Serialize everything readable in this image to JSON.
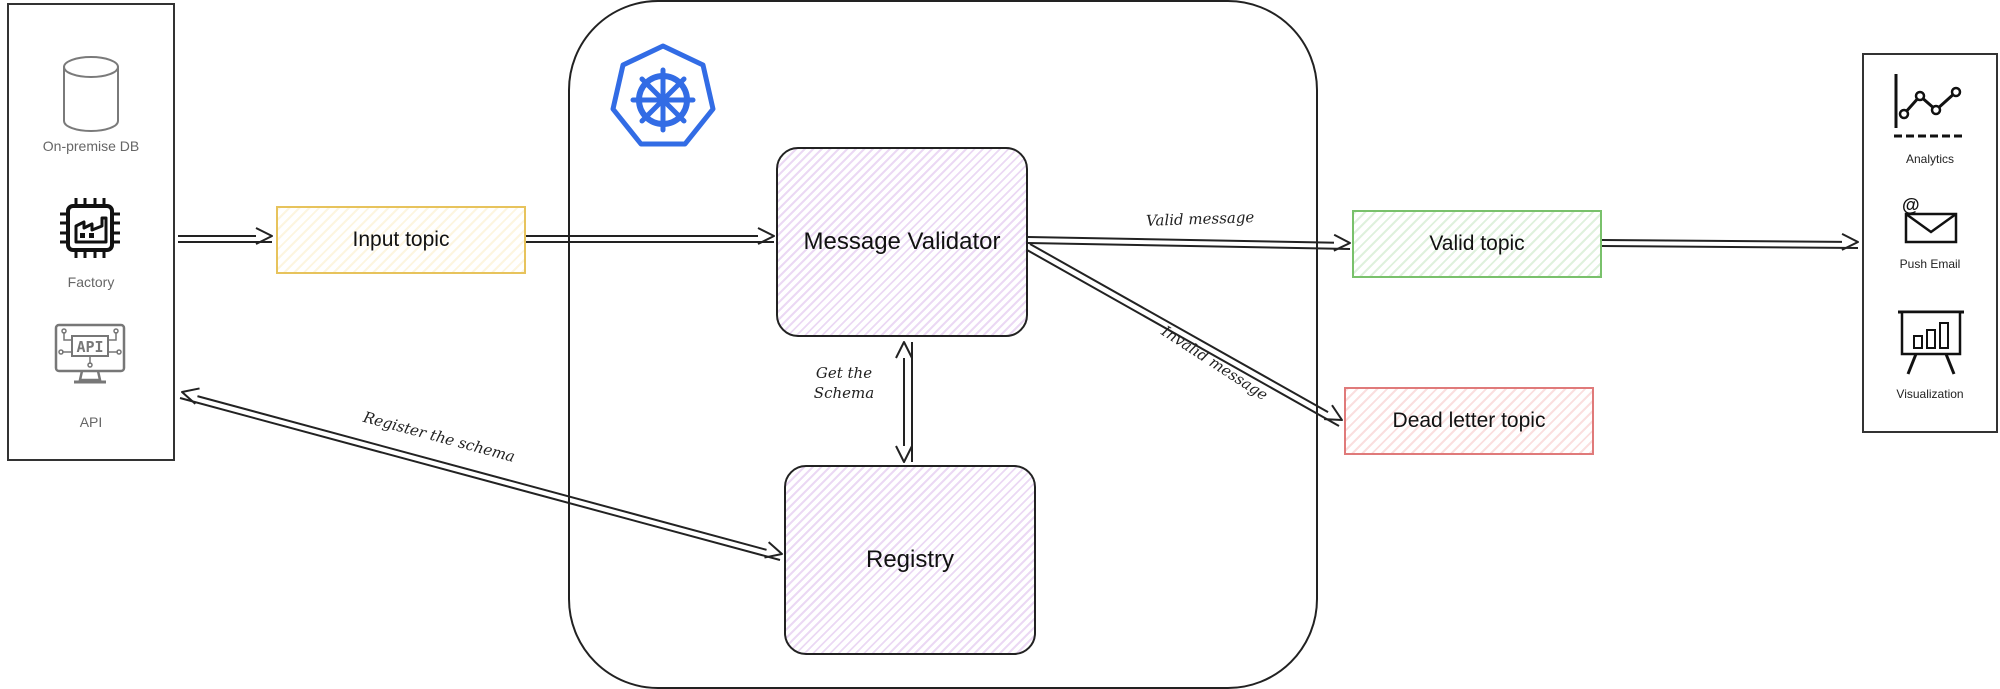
{
  "sources": {
    "items": [
      {
        "label": "On-premise DB",
        "icon": "database-icon"
      },
      {
        "label": "Factory",
        "icon": "factory-chip-icon"
      },
      {
        "label": "API",
        "icon": "api-monitor-icon"
      }
    ]
  },
  "topics": {
    "input": "Input topic",
    "valid": "Valid topic",
    "dead_letter": "Dead letter topic"
  },
  "services": {
    "validator": "Message Validator",
    "registry": "Registry",
    "platform_icon": "kubernetes-icon"
  },
  "edges": {
    "valid_message": "Valid message",
    "invalid_message": "Invalid message",
    "get_schema_line1": "Get the",
    "get_schema_line2": "Schema",
    "register_schema": "Register the schema"
  },
  "consumers": {
    "items": [
      {
        "label": "Analytics",
        "icon": "line-chart-icon"
      },
      {
        "label": "Push Email",
        "icon": "email-icon"
      },
      {
        "label": "Visualization",
        "icon": "presentation-chart-icon"
      }
    ]
  },
  "colors": {
    "input_topic": "#e7c35c",
    "valid_topic": "#79c16b",
    "dead_letter_topic": "#e07a7a",
    "service_fill": "#be82dc",
    "kubernetes": "#326ce5"
  }
}
